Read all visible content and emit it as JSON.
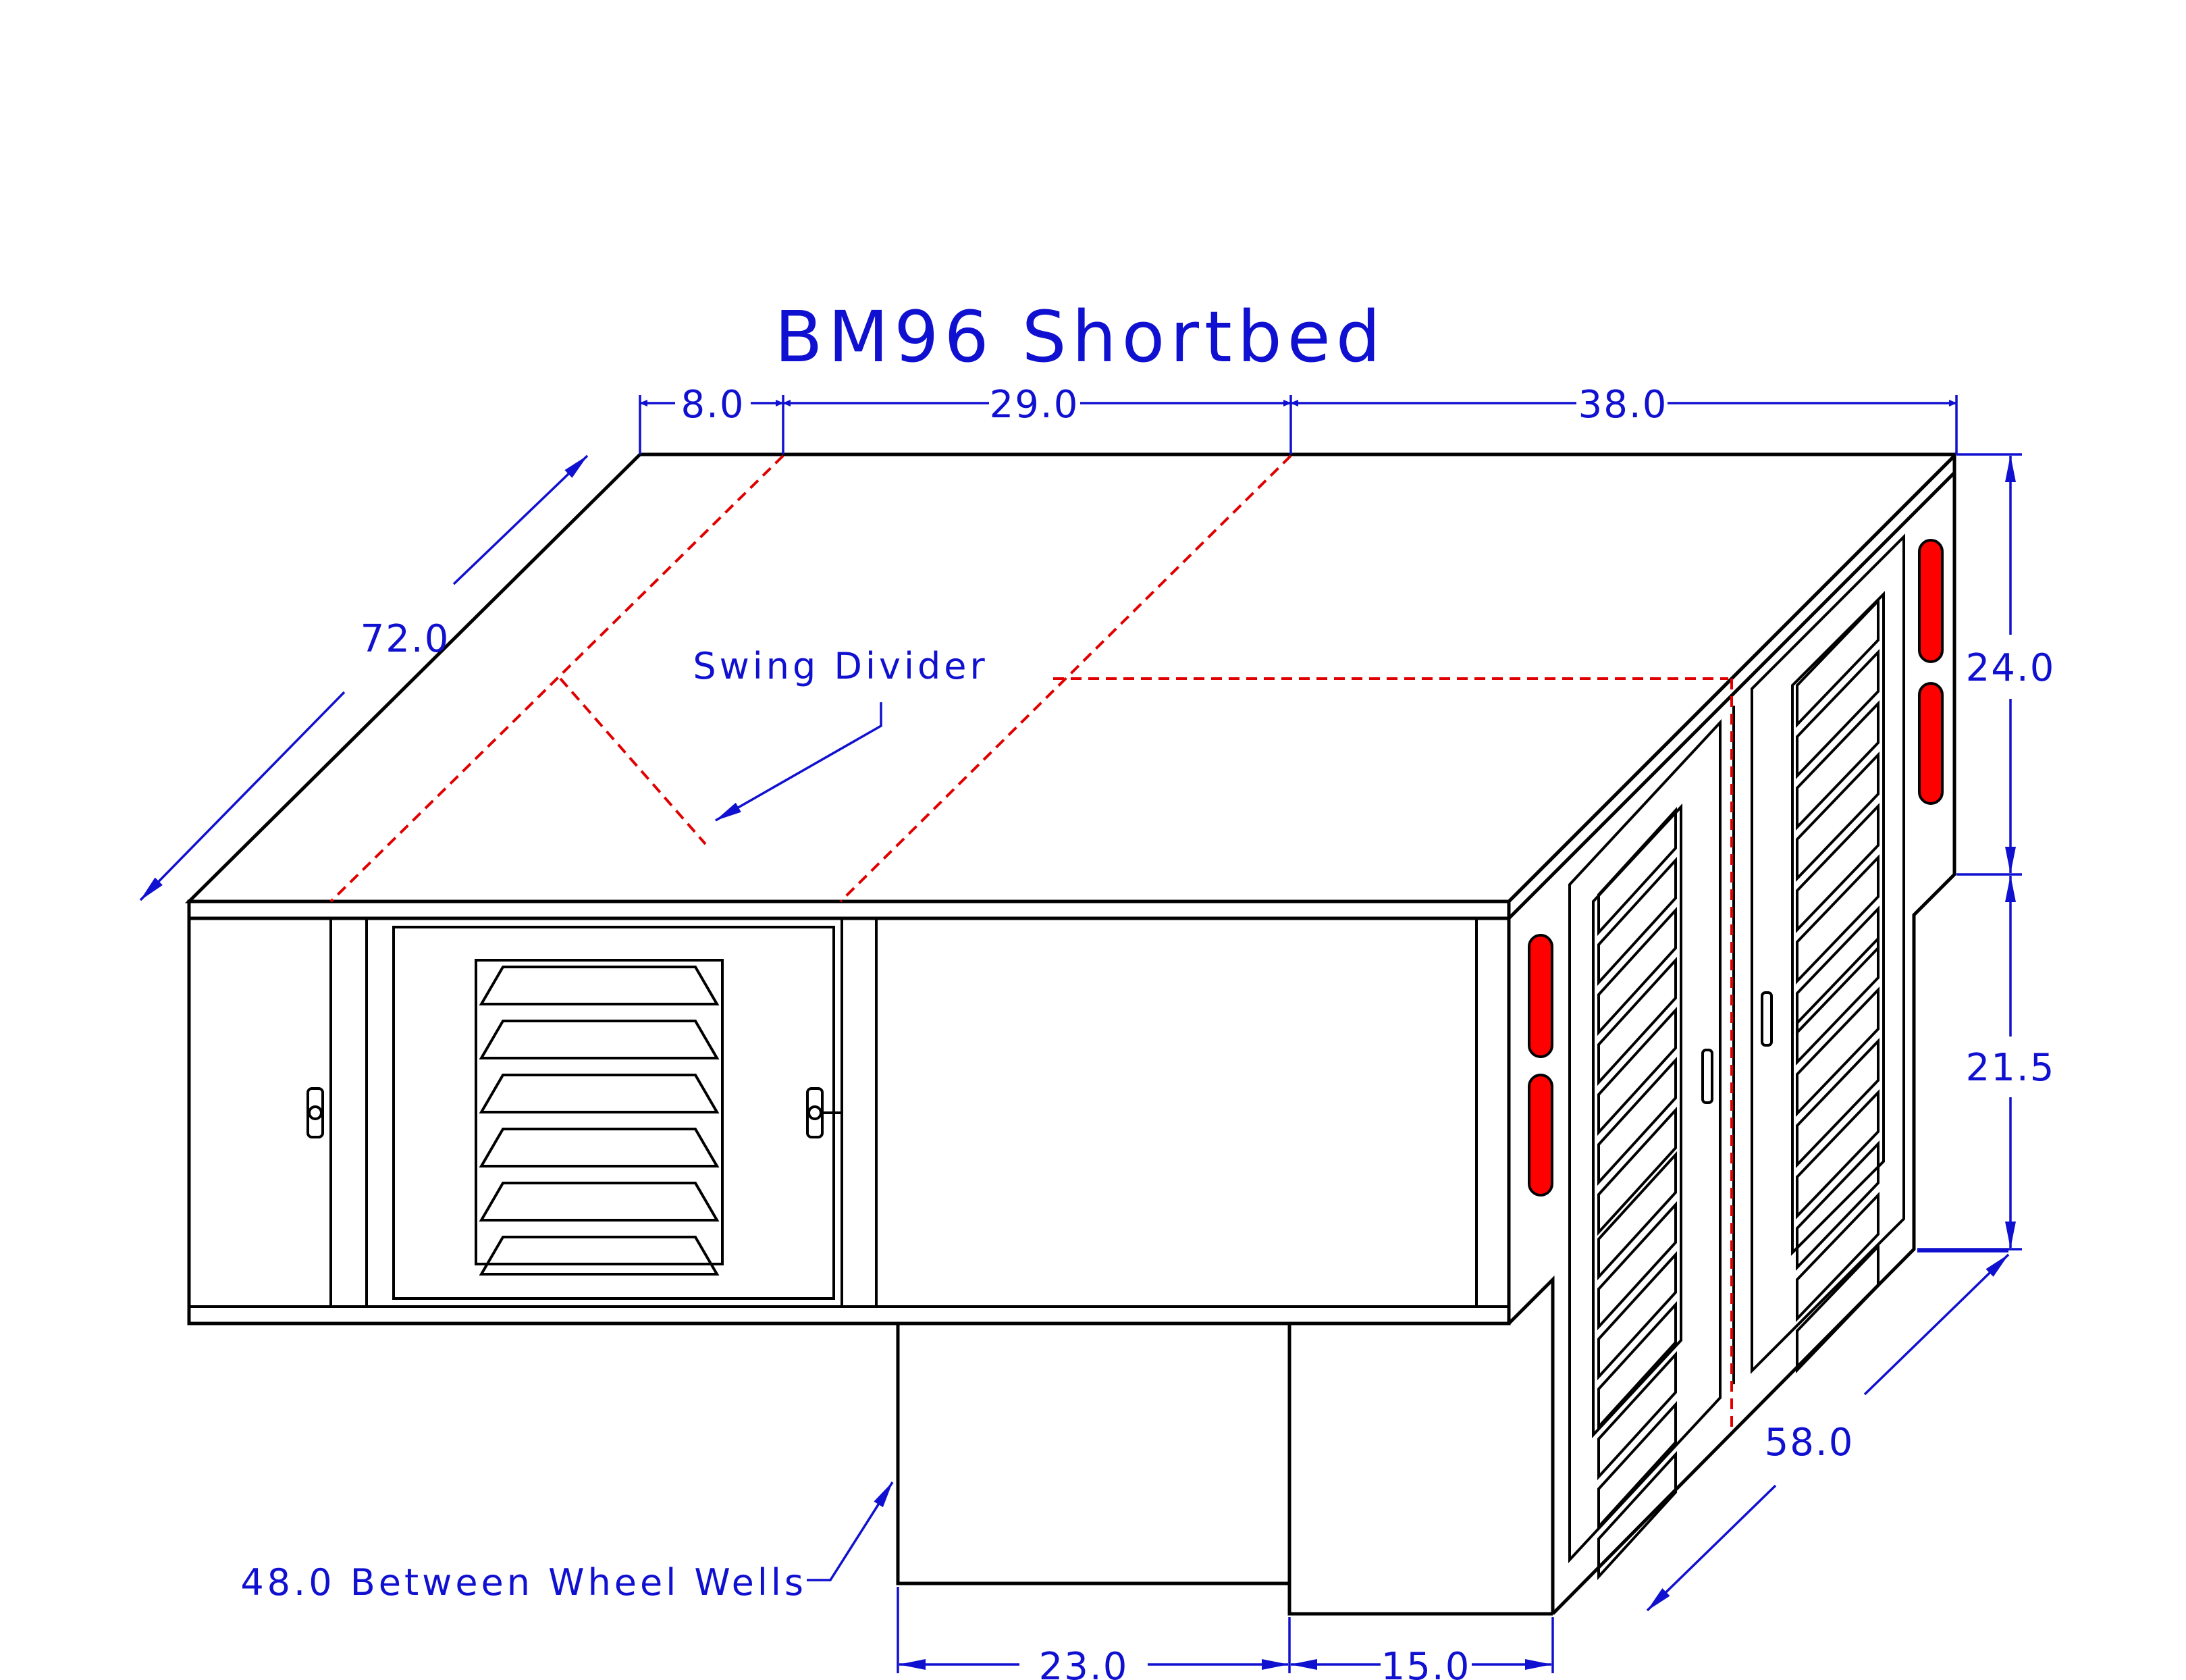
{
  "title": "BM96 Shortbed",
  "dimensions": {
    "top_a": "8.0",
    "top_b": "29.0",
    "top_c": "38.0",
    "depth": "72.0",
    "side_upper": "24.0",
    "side_lower": "21.5",
    "side_depth": "58.0",
    "bottom_a": "23.0",
    "bottom_b": "15.0"
  },
  "notes": {
    "divider": "Swing Divider",
    "wheel_wells": "48.0 Between Wheel Wells"
  },
  "colors": {
    "line": "#000000",
    "dimension": "#1010d0",
    "divider": "#e00000",
    "light": "#ff0000"
  }
}
